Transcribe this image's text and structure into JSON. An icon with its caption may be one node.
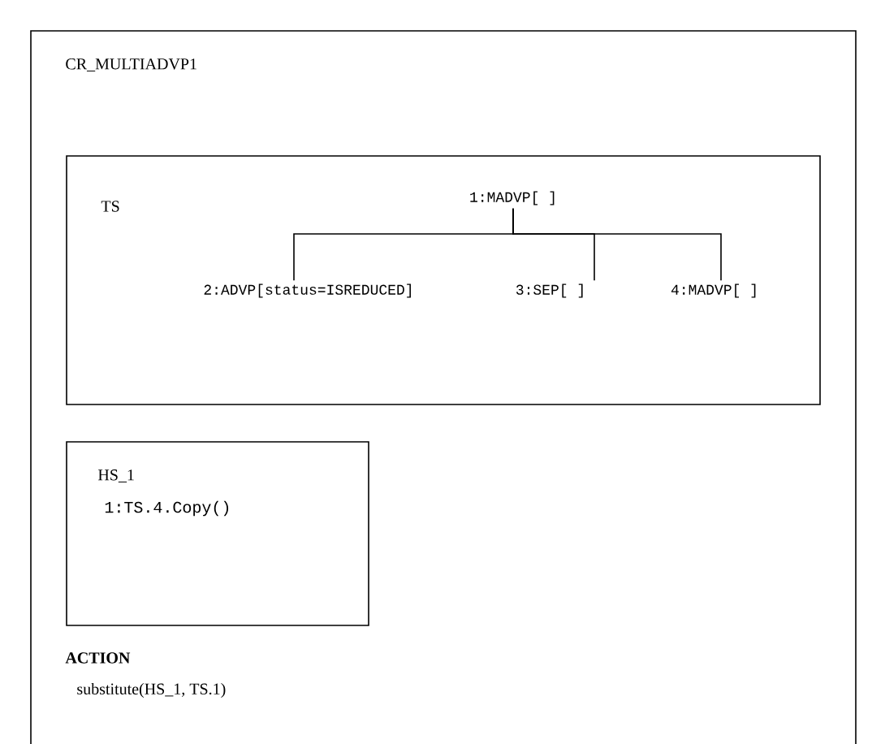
{
  "diagram": {
    "nodes": [
      {
        "text": [
          "CR_MULTIADVP1",
          "ACTION",
          "substitute(HS_1, TS.1)"
        ]
      },
      {
        "text": [
          "TS"
        ],
        "in": 0
      },
      {
        "text": [
          "1:MADVP[ ]"
        ],
        "in": 1
      },
      {
        "text": [
          "2:ADVP[status=ISREDUCED]"
        ],
        "in": 1
      },
      {
        "text": [
          "3:SEP[ ]"
        ],
        "in": 1
      },
      {
        "text": [
          "4:MADVP[ ]"
        ],
        "in": 1
      },
      {
        "text": [
          "HS_1",
          "1:TS.4.Copy()"
        ],
        "in": 0
      }
    ],
    "edges": [
      {
        "from": 2,
        "to": 3,
        "arrow": "none"
      },
      {
        "from": 2,
        "to": 4,
        "arrow": "none"
      },
      {
        "from": 2,
        "to": 5,
        "arrow": "none"
      }
    ]
  }
}
